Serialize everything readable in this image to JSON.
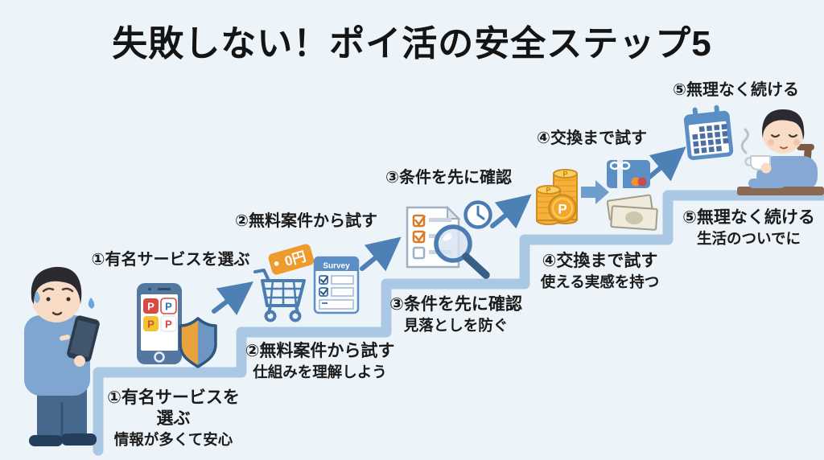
{
  "title": "失敗しない！ポイ活の安全ステップ5",
  "steps": [
    {
      "heading": "①有名サービスを選ぶ",
      "stair_title": "①有名サービスを",
      "stair_title2": "選ぶ",
      "stair_subtitle": "情報が多くて安心"
    },
    {
      "heading": "②無料案件から試す",
      "stair_title": "②無料案件から試す",
      "stair_subtitle": "仕組みを理解しよう"
    },
    {
      "heading": "③条件を先に確認",
      "stair_title": "③条件を先に確認",
      "stair_subtitle": "見落としを防ぐ"
    },
    {
      "heading": "④交換まで試す",
      "stair_title": "④交換まで試す",
      "stair_subtitle": "使える実感を持つ"
    },
    {
      "heading": "⑤無理なく続ける",
      "stair_title": "⑤無理なく続ける",
      "stair_subtitle": "生活のついでに"
    }
  ],
  "labels": {
    "survey": "Survey",
    "price_tag": "0円",
    "point_letter": "P"
  },
  "icons": [
    "worried-person-with-phone",
    "smartphone-point-apps-icon",
    "shield-icon",
    "shopping-cart-icon",
    "free-price-tag-icon",
    "survey-form-icon",
    "checklist-document-icon",
    "magnifier-icon",
    "clock-icon",
    "point-coins-icon",
    "exchange-arrow-icon",
    "gift-card-icon",
    "banknotes-icon",
    "calendar-icon",
    "relaxed-person-with-coffee",
    "desk"
  ],
  "colors": {
    "background": "#edf4f9",
    "staircase": "#aac7e4",
    "arrow": "#4d80b5",
    "text": "#1b1b1b",
    "accent_orange": "#ed9b2d",
    "accent_blue": "#5b8ec4",
    "coin_gold": "#f5b13a",
    "shield_orange": "#e8a33d"
  }
}
